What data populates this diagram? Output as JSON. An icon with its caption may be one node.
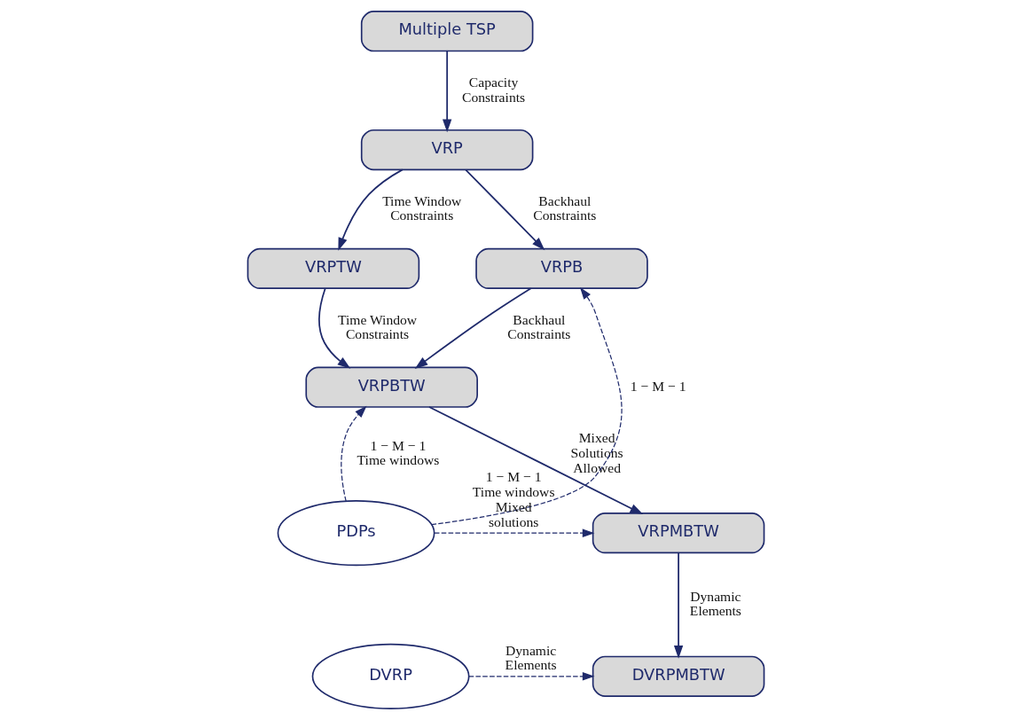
{
  "diagram": {
    "nodes": [
      {
        "text": [
          "Multiple TSP"
        ]
      },
      {
        "text": [
          "VRP"
        ]
      },
      {
        "text": [
          "VRPTW"
        ]
      },
      {
        "text": [
          "VRPB"
        ]
      },
      {
        "text": [
          "VRPBTW"
        ]
      },
      {
        "text": [
          "VRPMBTW"
        ]
      },
      {
        "text": [
          "DVRP"
        ]
      },
      {
        "text": [
          "DVRPMBTW"
        ]
      },
      {
        "text": [
          "PDPs"
        ]
      }
    ],
    "edges": [
      {
        "from": 0,
        "to": 1,
        "arrow": "to",
        "label": "Capacity Constraints"
      },
      {
        "from": 1,
        "to": 2,
        "arrow": "to",
        "label": "Time Window Constraints"
      },
      {
        "from": 1,
        "to": 3,
        "arrow": "to",
        "label": "Backhaul Constraints"
      },
      {
        "from": 2,
        "to": 4,
        "arrow": "to",
        "label": "Time Window Constraints"
      },
      {
        "from": 3,
        "to": 4,
        "arrow": "to",
        "label": "Backhaul Constraints"
      },
      {
        "from": 4,
        "to": 5,
        "arrow": "to",
        "label": "Mixed Solutions Allowed"
      },
      {
        "from": 5,
        "to": 7,
        "arrow": "to",
        "label": "Dynamic Elements"
      },
      {
        "from": 6,
        "to": 7,
        "arrow": "to",
        "label": "Dynamic Elements",
        "style": "dashed"
      },
      {
        "from": 8,
        "to": 3,
        "arrow": "to",
        "label": "1 − M − 1",
        "style": "dashed"
      },
      {
        "from": 8,
        "to": 4,
        "arrow": "to",
        "label": "1 − M − 1 Time windows",
        "style": "dashed"
      },
      {
        "from": 8,
        "to": 5,
        "arrow": "to",
        "label": "1 − M − 1 Time windows Mixed solutions",
        "style": "dashed"
      }
    ]
  }
}
